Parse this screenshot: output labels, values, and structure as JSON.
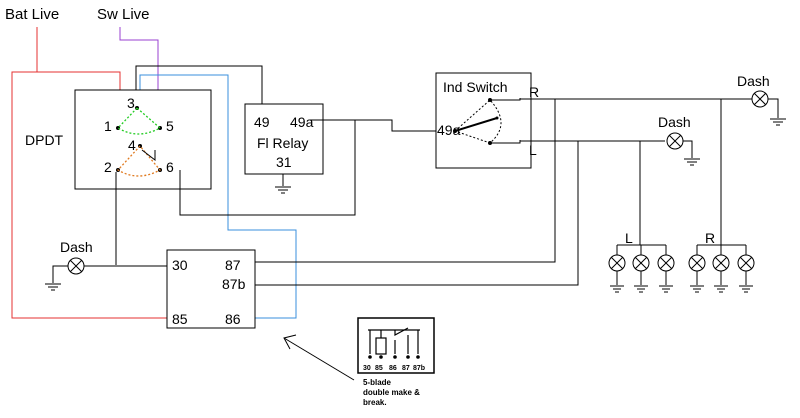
{
  "colors": {
    "bat_live": "#e53030",
    "sw_live": "#9a40d0",
    "blue": "#3a8fdc",
    "green_dotted": "#22cc22",
    "orange_dotted": "#e07a20",
    "black": "#000000"
  },
  "labels": {
    "bat_live": "Bat Live",
    "sw_live": "Sw Live",
    "dpdt": "DPDT",
    "dpdt_pins": [
      "1",
      "2",
      "3",
      "4",
      "5",
      "6"
    ],
    "fl_relay_49": "49",
    "fl_relay_49a": "49a",
    "fl_relay_name": "Fl Relay",
    "fl_relay_31": "31",
    "ind_switch": "Ind Switch",
    "ind_49a": "49a",
    "ind_R": "R",
    "ind_L": "L",
    "dash_right_top": "Dash",
    "dash_mid": "Dash",
    "dash_left": "Dash",
    "relay_30": "30",
    "relay_87": "87",
    "relay_87b": "87b",
    "relay_85": "85",
    "relay_86": "86",
    "lamp_group_L": "L",
    "lamp_group_R": "R",
    "inset_pins": [
      "30",
      "85",
      "86",
      "87",
      "87b"
    ],
    "inset_caption_1": "5-blade",
    "inset_caption_2": "double make &",
    "inset_caption_3": "break."
  }
}
